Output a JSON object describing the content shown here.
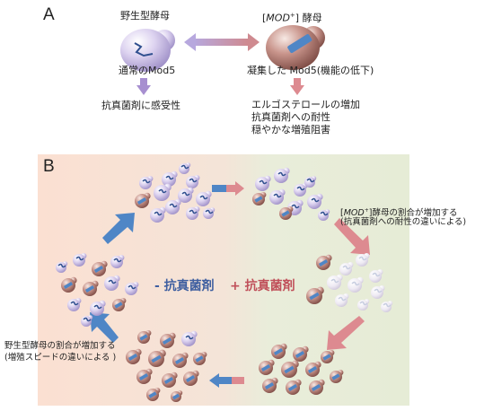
{
  "panel_a": {
    "letter": "A",
    "wild_type_title": "野生型酵母",
    "mod_title_italic": "MOD",
    "mod_title_sup": "+",
    "mod_title_suffix": "] 酵母",
    "wild_type_caption": "通常のMod5",
    "mod_caption": "凝集した Mod5(機能の低下)",
    "wild_type_effect": "抗真菌剤に感受性",
    "mod_effects": [
      "エルゴステロールの増加",
      "抗真菌剤への耐性",
      "穏やかな増殖阻害"
    ]
  },
  "panel_b": {
    "letter": "B",
    "minus_label": "- 抗真菌剤",
    "plus_label": "+ 抗真菌剤",
    "mod_increase_line1_suffix": "]酵母の割合が増加する",
    "mod_increase_line2": "(抗真菌剤への耐性の違いによる)",
    "wt_increase_line1": "野生型酵母の割合が増加する",
    "wt_increase_line2": "(増殖スピードの違いによる )"
  },
  "colors": {
    "wild_type_cell": "#c9bce6",
    "mod_cell": "#b8837a",
    "minus_background": "#fbe3d6",
    "plus_background": "#e8edda",
    "blue_arrow": "#4f86c6",
    "pink_arrow": "#dd8a90",
    "purple_arrow": "#a78fd0"
  }
}
